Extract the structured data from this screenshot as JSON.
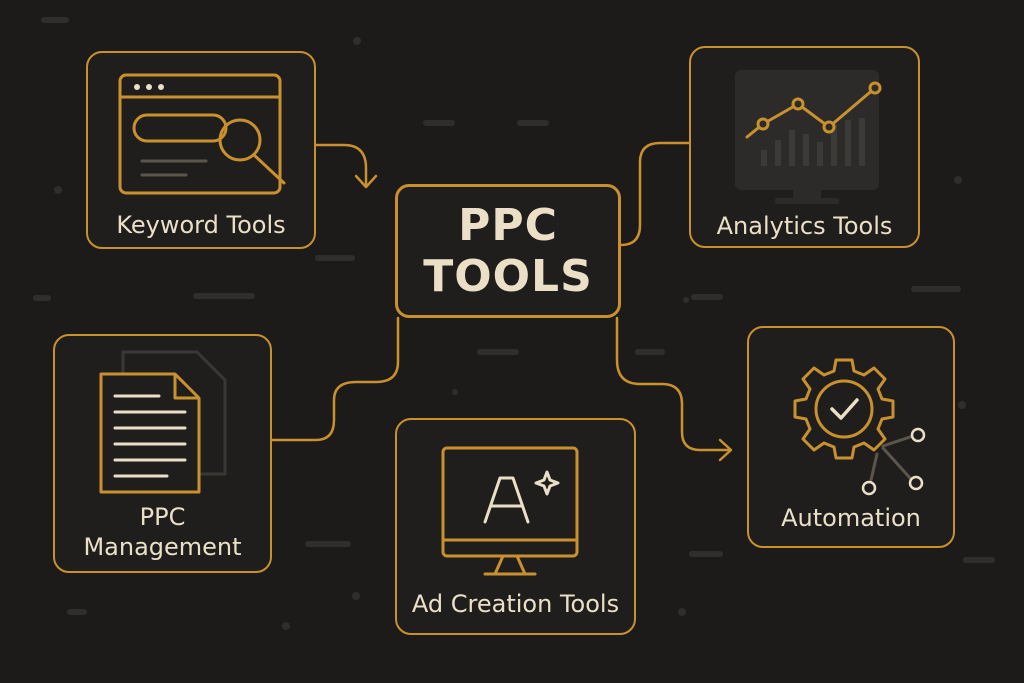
{
  "center": {
    "line1": "PPC",
    "line2": "TOOLS"
  },
  "nodes": {
    "keyword": {
      "label": "Keyword Tools",
      "icon": "browser-search-icon"
    },
    "analytics": {
      "label": "Analytics Tools",
      "icon": "line-chart-monitor-icon"
    },
    "management": {
      "line1": "PPC",
      "line2": "Management",
      "icon": "document-icon"
    },
    "ad_creation": {
      "label": "Ad Creation Tools",
      "icon": "monitor-text-icon"
    },
    "automation": {
      "label": "Automation",
      "icon": "gear-check-icon"
    }
  },
  "colors": {
    "background": "#1c1b1a",
    "accent": "#c9912e",
    "text": "#ebdfc7",
    "muted": "#3a3835"
  }
}
